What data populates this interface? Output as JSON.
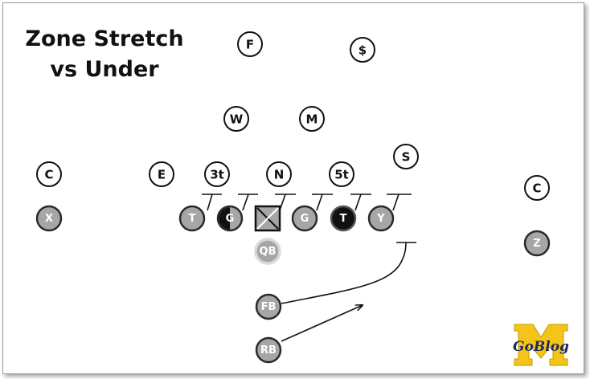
{
  "title": {
    "line1": "Zone Stretch",
    "line2": "vs Under"
  },
  "defense": [
    {
      "id": "free-safety",
      "label": "F"
    },
    {
      "id": "strong-safety",
      "label": "$"
    },
    {
      "id": "will-linebacker",
      "label": "W"
    },
    {
      "id": "mike-linebacker",
      "label": "M"
    },
    {
      "id": "sam-linebacker",
      "label": "S"
    },
    {
      "id": "left-corner",
      "label": "C"
    },
    {
      "id": "left-end",
      "label": "E"
    },
    {
      "id": "three-tech",
      "label": "3t"
    },
    {
      "id": "nose",
      "label": "N"
    },
    {
      "id": "five-tech",
      "label": "5t"
    },
    {
      "id": "right-corner",
      "label": "C"
    }
  ],
  "offense": [
    {
      "id": "split-end",
      "label": "X"
    },
    {
      "id": "left-tackle",
      "label": "T"
    },
    {
      "id": "left-guard",
      "label": "G"
    },
    {
      "id": "center",
      "label": ""
    },
    {
      "id": "right-guard",
      "label": "G"
    },
    {
      "id": "right-tackle",
      "label": "T"
    },
    {
      "id": "tight-end",
      "label": "Y"
    },
    {
      "id": "flanker",
      "label": "Z"
    },
    {
      "id": "quarterback",
      "label": "QB"
    },
    {
      "id": "fullback",
      "label": "FB"
    },
    {
      "id": "running-back",
      "label": "RB"
    }
  ],
  "colors": {
    "gray_player": "#a6a6a6",
    "black_player": "#111111",
    "line": "#111111",
    "logo_yellow": "#f4c518",
    "logo_blue": "#1b2a5e"
  },
  "logo": {
    "text": "GoBlog"
  }
}
